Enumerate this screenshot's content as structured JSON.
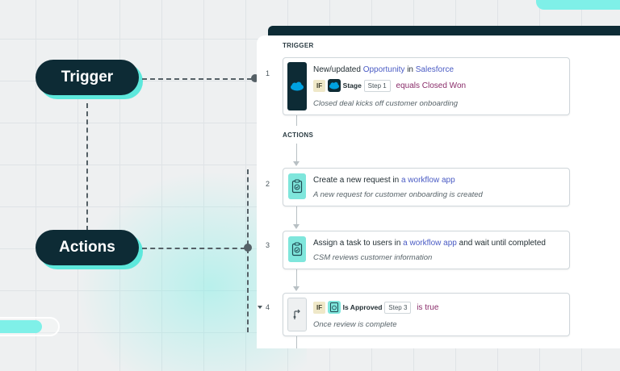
{
  "labels": {
    "trigger": "Trigger",
    "actions": "Actions"
  },
  "sections": {
    "trigger": "TRIGGER",
    "actions": "ACTIONS"
  },
  "steps": [
    {
      "num": "1",
      "title_prefix": "New/updated ",
      "title_link1": "Opportunity",
      "title_mid": " in ",
      "title_link2": "Salesforce",
      "if": "IF",
      "field": "Stage",
      "step_tag": "Step 1",
      "condition": "equals Closed Won",
      "desc": "Closed deal kicks off customer onboarding"
    },
    {
      "num": "2",
      "title_prefix": "Create a new request in ",
      "title_link": "a workflow app",
      "desc": "A new request for customer onboarding is created"
    },
    {
      "num": "3",
      "title_prefix": "Assign a task to users in ",
      "title_link": "a workflow app",
      "title_suffix": " and wait until completed",
      "desc": "CSM reviews customer information"
    },
    {
      "num": "4",
      "if": "IF",
      "field": "Is Approved",
      "step_tag": "Step 3",
      "condition": "is true",
      "desc": "Once review is complete"
    }
  ],
  "icons": {
    "salesforce": "salesforce-cloud-icon",
    "workflow": "clipboard-check-icon",
    "branch": "branch-icon",
    "collapse": "caret-down-icon"
  },
  "colors": {
    "dark": "#0d2b35",
    "teal": "#5de8dc",
    "link": "#4a5bc4",
    "condition": "#8a2d6a"
  }
}
